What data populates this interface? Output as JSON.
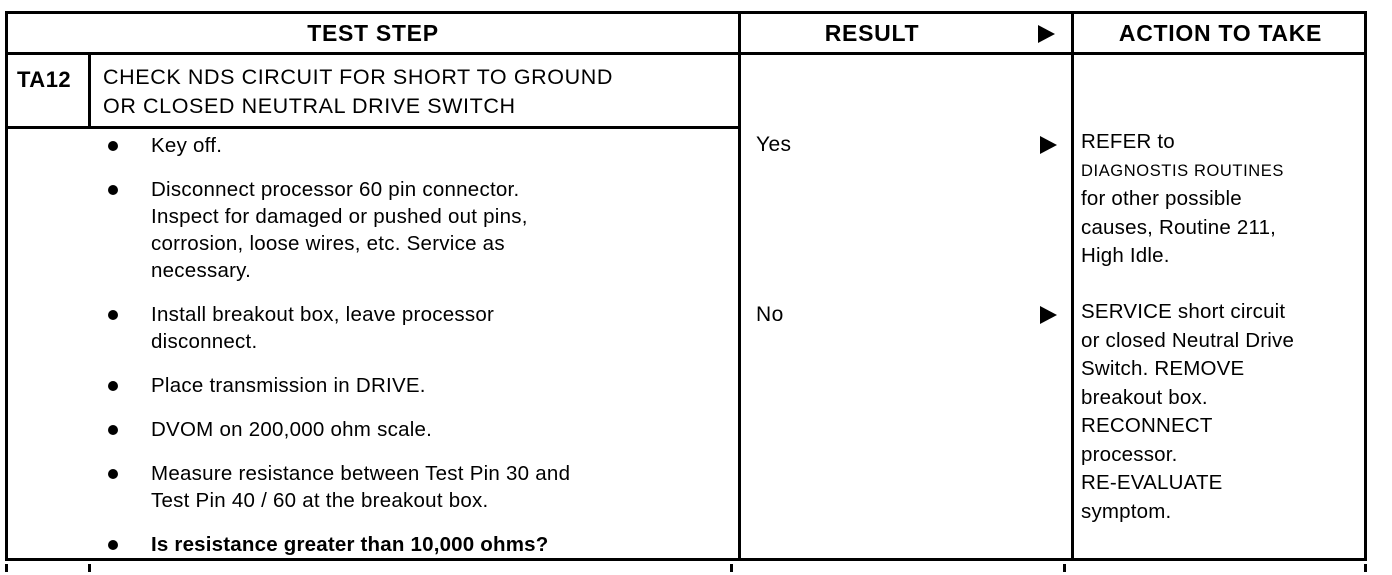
{
  "table": {
    "headers": {
      "test_step": "TEST STEP",
      "result": "RESULT",
      "action": "ACTION TO TAKE",
      "arrow_icon": "right-triangle-icon"
    },
    "step": {
      "code": "TA12",
      "title_line_1": "CHECK NDS CIRCUIT FOR SHORT TO GROUND",
      "title_line_2": "OR CLOSED NEUTRAL DRIVE SWITCH"
    },
    "bullets": [
      {
        "bold": false,
        "lines": [
          "Key off."
        ]
      },
      {
        "bold": false,
        "lines": [
          "Disconnect processor 60 pin connector.",
          "Inspect for damaged or pushed out pins,",
          "corrosion, loose wires, etc. Service as",
          "necessary."
        ]
      },
      {
        "bold": false,
        "lines": [
          "Install breakout box, leave processor",
          "disconnect."
        ]
      },
      {
        "bold": false,
        "lines": [
          "Place transmission in DRIVE."
        ]
      },
      {
        "bold": false,
        "lines": [
          "DVOM on 200,000 ohm scale."
        ]
      },
      {
        "bold": false,
        "lines": [
          "Measure resistance between Test Pin 30 and",
          "Test Pin 40 / 60 at the breakout box."
        ]
      },
      {
        "bold": true,
        "lines": [
          "Is resistance greater than 10,000 ohms?"
        ]
      }
    ],
    "rows": [
      {
        "result": "Yes",
        "arrow_icon": "right-triangle-icon",
        "action_lines": [
          {
            "text": "REFER to",
            "small": false
          },
          {
            "text": "DIAGNOSTIS  ROUTINES",
            "small": true
          },
          {
            "text": "for other possible",
            "small": false
          },
          {
            "text": "causes, Routine 211,",
            "small": false
          },
          {
            "text": "High Idle.",
            "small": false
          }
        ]
      },
      {
        "result": "No",
        "arrow_icon": "right-triangle-icon",
        "action_lines": [
          {
            "text": "SERVICE short circuit",
            "small": false
          },
          {
            "text": "or closed Neutral Drive",
            "small": false
          },
          {
            "text": "Switch. REMOVE",
            "small": false
          },
          {
            "text": "breakout box.",
            "small": false
          },
          {
            "text": "RECONNECT",
            "small": false
          },
          {
            "text": "processor.",
            "small": false
          },
          {
            "text": "RE-EVALUATE",
            "small": false
          },
          {
            "text": "symptom.",
            "small": false
          }
        ]
      }
    ],
    "colors": {
      "ink": "#000000",
      "paper": "#ffffff"
    }
  }
}
